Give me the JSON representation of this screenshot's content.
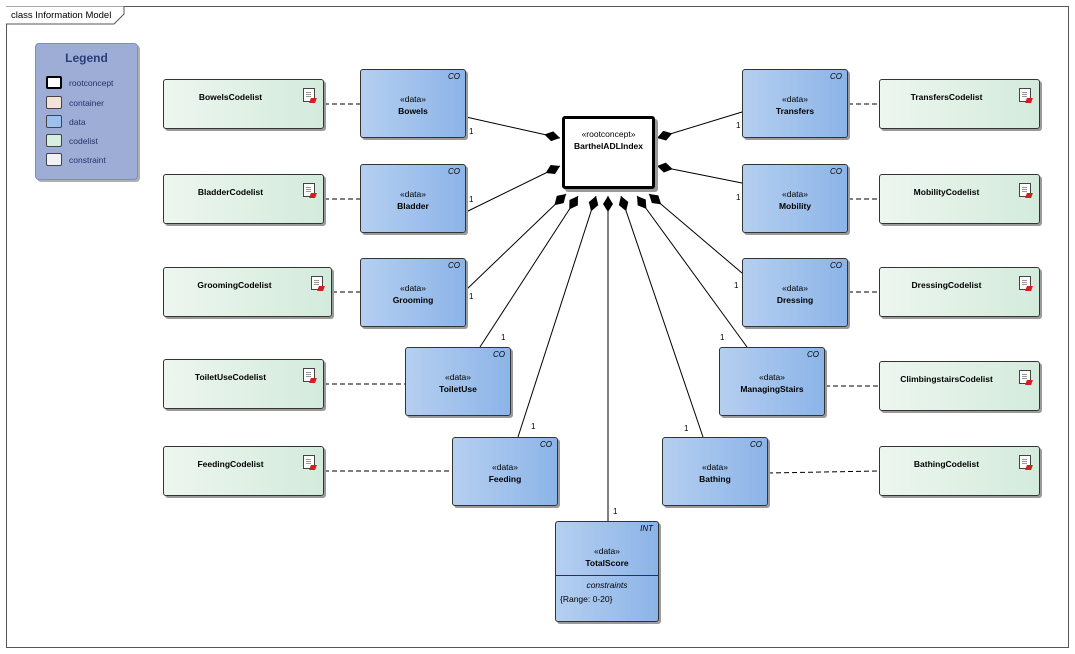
{
  "frame": {
    "title": "class Information Model"
  },
  "legend": {
    "title": "Legend",
    "items": [
      {
        "label": "rootconcept",
        "color": "#ffffff"
      },
      {
        "label": "container",
        "color": "#f4e4d8"
      },
      {
        "label": "data",
        "color": "#9ec0ec"
      },
      {
        "label": "codelist",
        "color": "#d8eedf"
      },
      {
        "label": "constraint",
        "color": "#f2f2f6"
      }
    ]
  },
  "root": {
    "stereotype": "«rootconcept»",
    "name": "BarthelADLIndex"
  },
  "data_elements": [
    {
      "key": "bowels",
      "stereotype": "«data»",
      "name": "Bowels",
      "type": "CO",
      "multiplicity": "1"
    },
    {
      "key": "bladder",
      "stereotype": "«data»",
      "name": "Bladder",
      "type": "CO",
      "multiplicity": "1"
    },
    {
      "key": "grooming",
      "stereotype": "«data»",
      "name": "Grooming",
      "type": "CO",
      "multiplicity": "1"
    },
    {
      "key": "toiletuse",
      "stereotype": "«data»",
      "name": "ToiletUse",
      "type": "CO",
      "multiplicity": "1"
    },
    {
      "key": "feeding",
      "stereotype": "«data»",
      "name": "Feeding",
      "type": "CO",
      "multiplicity": "1"
    },
    {
      "key": "transfers",
      "stereotype": "«data»",
      "name": "Transfers",
      "type": "CO",
      "multiplicity": "1"
    },
    {
      "key": "mobility",
      "stereotype": "«data»",
      "name": "Mobility",
      "type": "CO",
      "multiplicity": "1"
    },
    {
      "key": "dressing",
      "stereotype": "«data»",
      "name": "Dressing",
      "type": "CO",
      "multiplicity": "1"
    },
    {
      "key": "managingstairs",
      "stereotype": "«data»",
      "name": "ManagingStairs",
      "type": "CO",
      "multiplicity": "1"
    },
    {
      "key": "bathing",
      "stereotype": "«data»",
      "name": "Bathing",
      "type": "CO",
      "multiplicity": "1"
    },
    {
      "key": "totalscore",
      "stereotype": "«data»",
      "name": "TotalScore",
      "type": "INT",
      "multiplicity": "1",
      "constraints_header": "constraints",
      "constraint": "{Range: 0-20}"
    }
  ],
  "codelists": [
    {
      "key": "bowels",
      "name": "BowelsCodelist"
    },
    {
      "key": "bladder",
      "name": "BladderCodelist"
    },
    {
      "key": "grooming",
      "name": "GroomingCodelist"
    },
    {
      "key": "toiletuse",
      "name": "ToiletUseCodelist"
    },
    {
      "key": "feeding",
      "name": "FeedingCodelist"
    },
    {
      "key": "transfers",
      "name": "TransfersCodelist"
    },
    {
      "key": "mobility",
      "name": "MobilityCodelist"
    },
    {
      "key": "dressing",
      "name": "DressingCodelist"
    },
    {
      "key": "managingstairs",
      "name": "ClimbingstairsCodelist"
    },
    {
      "key": "bathing",
      "name": "BathingCodelist"
    }
  ]
}
